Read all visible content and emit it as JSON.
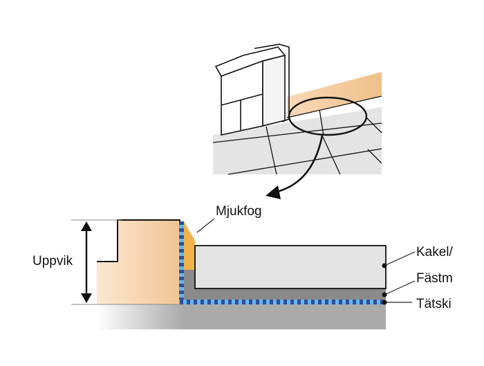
{
  "labels": {
    "joint": "Mjukfog",
    "upturn": "Uppvik",
    "tile": "Kakel/",
    "adhesive": "Fästm",
    "membrane": "Tätski"
  },
  "colors": {
    "wood_light": "#fbe7d2",
    "wood_dark": "#f0c494",
    "sealant": "#f2b24a",
    "membrane_dark": "#2d4f9a",
    "membrane_light": "#69b5e8",
    "tile_fill": "#e3e3e3",
    "adhesive_gray": "#8a8a8a",
    "substrate_gray": "#aaaaaa",
    "floor_gray": "#e4e4e4",
    "line": "#111111"
  },
  "icons": {
    "callout": "curved-arrow-icon",
    "dimension": "double-arrow-icon"
  }
}
